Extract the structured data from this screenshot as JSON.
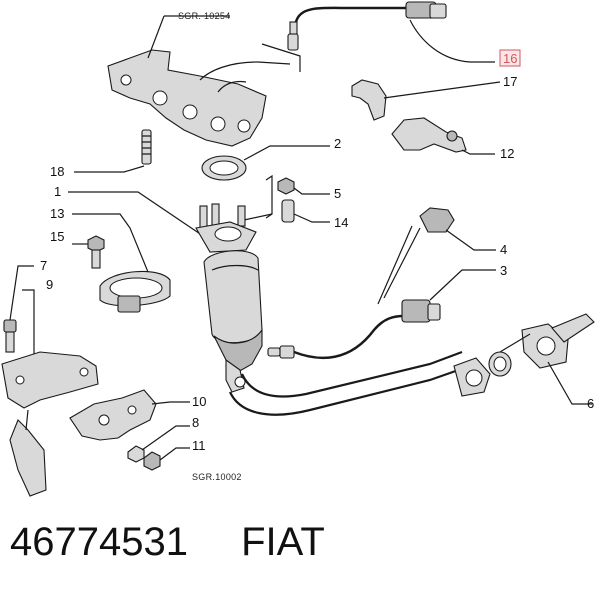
{
  "diagram": {
    "ref_codes": {
      "top": "SGR. 10254",
      "bottom": "SGR.10002"
    },
    "callouts": {
      "c1": "1",
      "c2": "2",
      "c3": "3",
      "c4": "4",
      "c5": "5",
      "c6": "6",
      "c7": "7",
      "c8": "8",
      "c9": "9",
      "c10": "10",
      "c11": "11",
      "c12": "12",
      "c13": "13",
      "c14": "14",
      "c15": "15",
      "c16": "16",
      "c17": "17",
      "c18": "18"
    },
    "highlight_color": "#d0585f"
  },
  "caption": {
    "part_number": "46774531",
    "brand": "FIAT"
  }
}
